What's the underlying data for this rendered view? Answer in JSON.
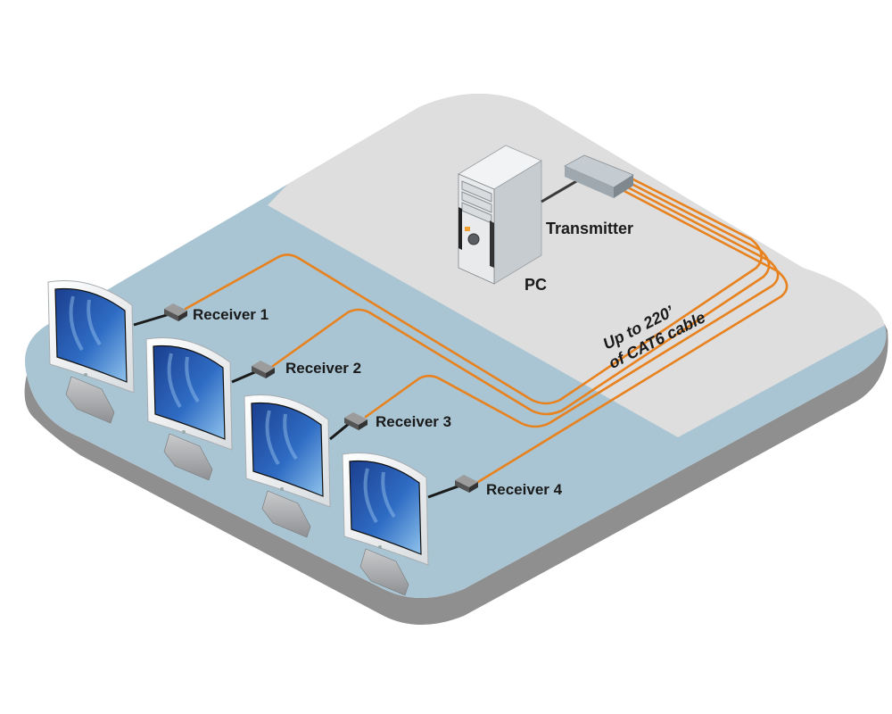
{
  "diagram": {
    "type": "KVM extender network diagram",
    "colors": {
      "cable": "#e8821e",
      "platform_left": "#a9c5d3",
      "platform_right": "#dedede",
      "platform_edge": "#8f8f8f",
      "short_cable": "#1a1a1a",
      "screen": "#2a62b8"
    },
    "nodes": {
      "pc": {
        "label": "PC",
        "icon": "tower-pc-icon"
      },
      "transmitter": {
        "label": "Transmitter",
        "icon": "transmitter-box-icon"
      },
      "receivers": [
        {
          "label": "Receiver 1",
          "icon": "receiver-box-icon",
          "display": "monitor-icon"
        },
        {
          "label": "Receiver 2",
          "icon": "receiver-box-icon",
          "display": "monitor-icon"
        },
        {
          "label": "Receiver 3",
          "icon": "receiver-box-icon",
          "display": "monitor-icon"
        },
        {
          "label": "Receiver 4",
          "icon": "receiver-box-icon",
          "display": "monitor-icon"
        }
      ]
    },
    "cable_note": {
      "line1": "Up to 220’",
      "line2": "of CAT6 cable"
    },
    "edges": [
      {
        "from": "PC",
        "to": "Transmitter",
        "kind": "short"
      },
      {
        "from": "Transmitter",
        "to": "Receiver 1",
        "kind": "CAT6"
      },
      {
        "from": "Transmitter",
        "to": "Receiver 2",
        "kind": "CAT6"
      },
      {
        "from": "Transmitter",
        "to": "Receiver 3",
        "kind": "CAT6"
      },
      {
        "from": "Transmitter",
        "to": "Receiver 4",
        "kind": "CAT6"
      },
      {
        "from": "Receiver 1",
        "to": "Monitor 1",
        "kind": "short"
      },
      {
        "from": "Receiver 2",
        "to": "Monitor 2",
        "kind": "short"
      },
      {
        "from": "Receiver 3",
        "to": "Monitor 3",
        "kind": "short"
      },
      {
        "from": "Receiver 4",
        "to": "Monitor 4",
        "kind": "short"
      }
    ]
  }
}
